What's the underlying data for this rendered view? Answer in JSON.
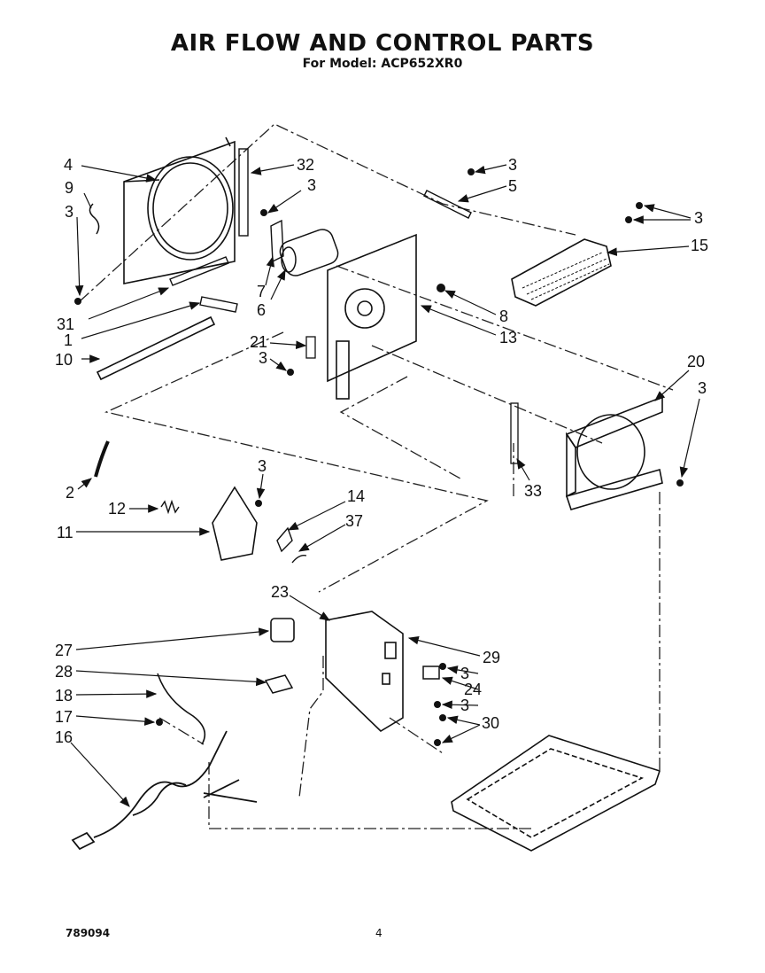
{
  "title": "AIR FLOW AND CONTROL PARTS",
  "subtitle": "For Model: ACP652XR0",
  "footer": {
    "code": "789094",
    "page": "4"
  },
  "callouts": [
    "4",
    "9",
    "3",
    "31",
    "1",
    "10",
    "32",
    "3",
    "7",
    "6",
    "21",
    "3",
    "3",
    "5",
    "3",
    "15",
    "8",
    "13",
    "20",
    "3",
    "2",
    "12",
    "11",
    "3",
    "14",
    "37",
    "33",
    "23",
    "27",
    "28",
    "18",
    "17",
    "16",
    "29",
    "3",
    "24",
    "3",
    "30"
  ]
}
